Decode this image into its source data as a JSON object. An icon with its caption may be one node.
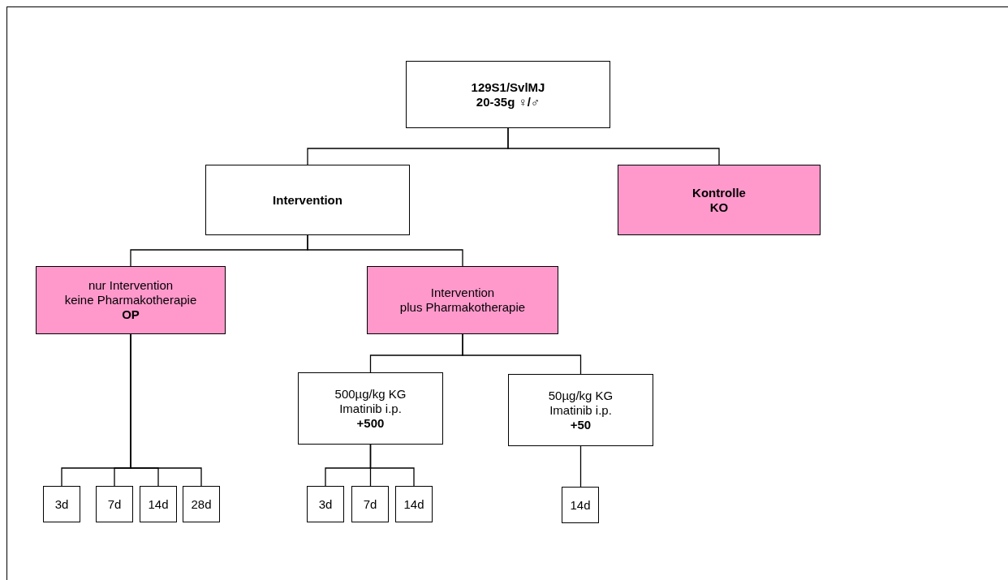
{
  "diagram": {
    "nodes": [
      {
        "text": [
          "129S1/SvlMJ",
          "**20-35g** ♀**/**♂"
        ]
      },
      {
        "text": [
          "Intervention"
        ]
      },
      {
        "text": [
          "Kontrolle",
          "KO"
        ]
      },
      {
        "text": [
          "nur Intervention",
          "keine Pharmakotherapie",
          "**OP**"
        ]
      },
      {
        "text": [
          "Intervention",
          "plus Pharmakotherapie"
        ]
      },
      {
        "text": [
          "500µg/kg KG",
          "Imatinib i.p.",
          "**+500**"
        ]
      },
      {
        "text": [
          "50µg/kg KG",
          "Imatinib i.p.",
          "**+50**"
        ]
      },
      {
        "text": [
          "3d"
        ]
      },
      {
        "text": [
          "7d"
        ]
      },
      {
        "text": [
          "14d"
        ]
      },
      {
        "text": [
          "28d"
        ]
      },
      {
        "text": [
          "3d"
        ]
      },
      {
        "text": [
          "7d"
        ]
      },
      {
        "text": [
          "14d"
        ]
      },
      {
        "text": [
          "14d"
        ]
      }
    ],
    "edges": [
      {
        "from": 0,
        "to": 1,
        "arrow": "none"
      },
      {
        "from": 0,
        "to": 2,
        "arrow": "none"
      },
      {
        "from": 1,
        "to": 3,
        "arrow": "none"
      },
      {
        "from": 1,
        "to": 4,
        "arrow": "none"
      },
      {
        "from": 4,
        "to": 5,
        "arrow": "none"
      },
      {
        "from": 4,
        "to": 6,
        "arrow": "none"
      },
      {
        "from": 3,
        "to": 7,
        "arrow": "none"
      },
      {
        "from": 3,
        "to": 8,
        "arrow": "none"
      },
      {
        "from": 3,
        "to": 9,
        "arrow": "none"
      },
      {
        "from": 3,
        "to": 10,
        "arrow": "none"
      },
      {
        "from": 5,
        "to": 11,
        "arrow": "none"
      },
      {
        "from": 5,
        "to": 12,
        "arrow": "none"
      },
      {
        "from": 5,
        "to": 13,
        "arrow": "none"
      },
      {
        "from": 6,
        "to": 14,
        "arrow": "none"
      }
    ]
  }
}
